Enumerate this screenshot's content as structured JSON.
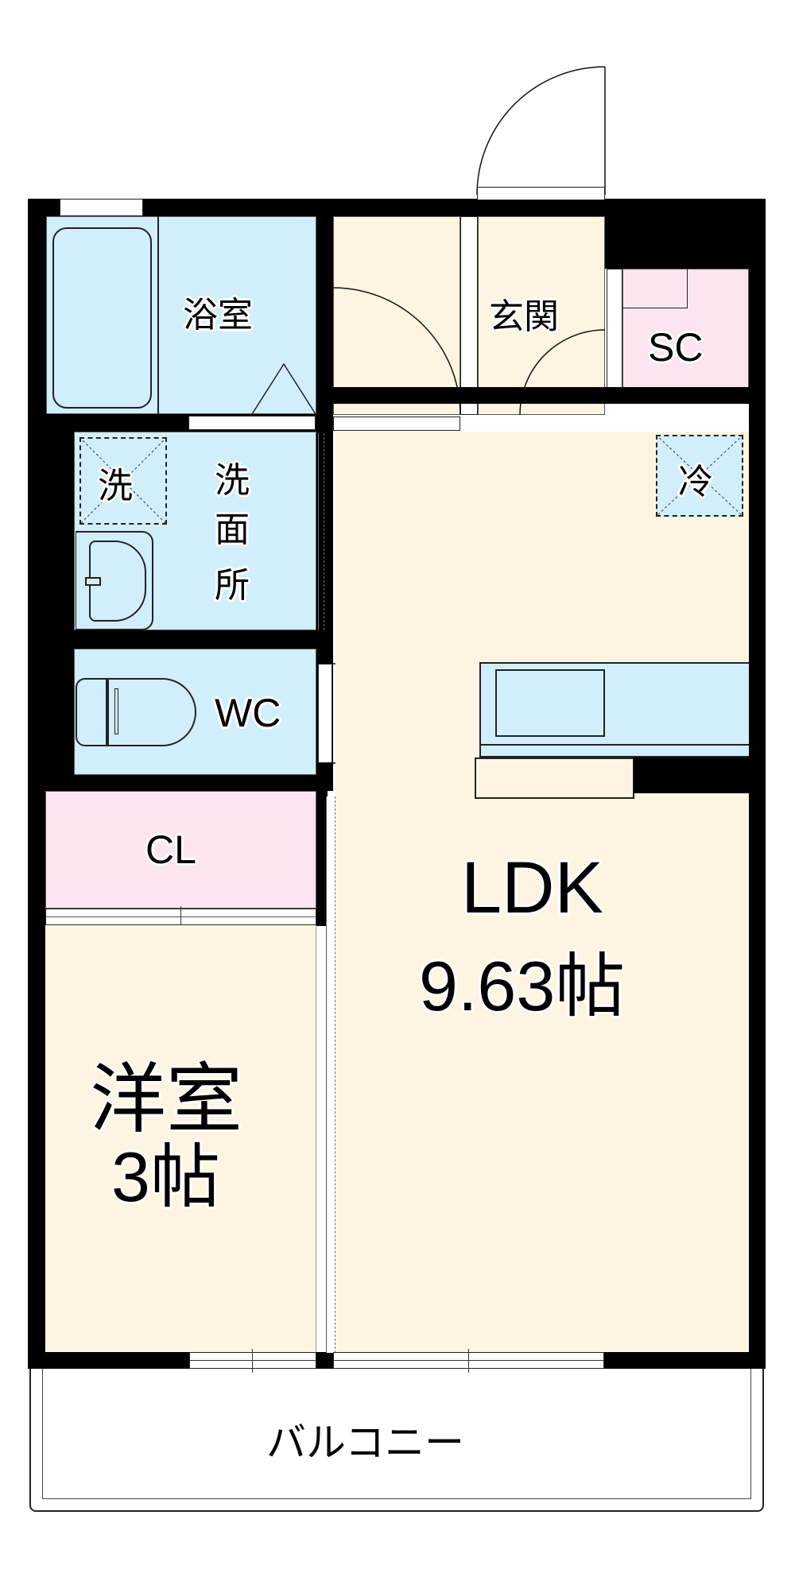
{
  "floor_plan": {
    "rooms": {
      "bathroom": "浴室",
      "entrance": "玄関",
      "shoe_closet": "SC",
      "washing_machine": "洗",
      "washroom": "洗\n面\n所",
      "washroom_chars": [
        "洗",
        "面",
        "所"
      ],
      "refrigerator": "冷",
      "toilet": "WC",
      "closet": "CL",
      "ldk_name": "LDK",
      "ldk_size": "9.63帖",
      "western_room_name": "洋室",
      "western_room_size": "3帖",
      "balcony": "バルコニー"
    },
    "colors": {
      "floor": "#fdf5e2",
      "wet_area": "#d1eefb",
      "storage": "#fbe6ef",
      "wall": "#000000"
    }
  }
}
